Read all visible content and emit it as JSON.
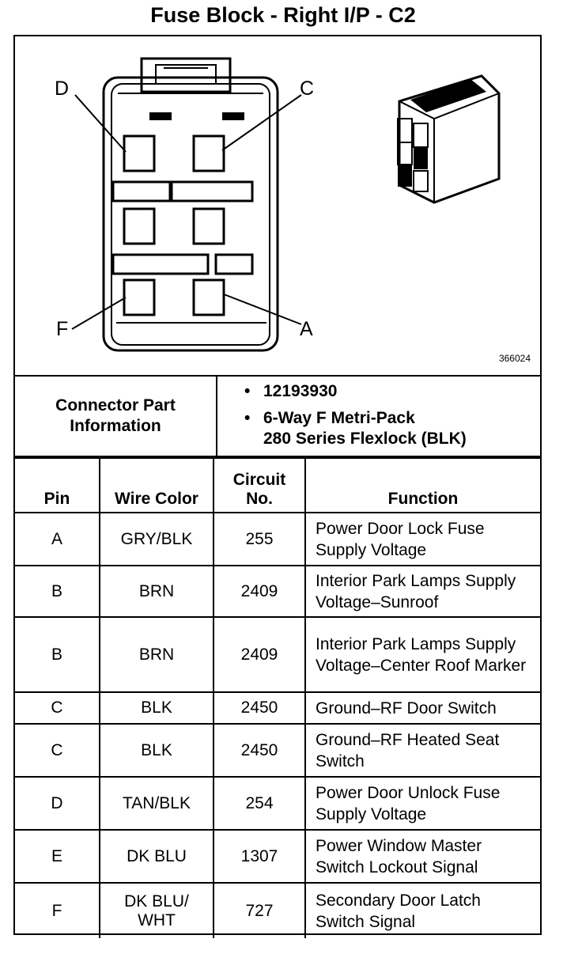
{
  "title": "Fuse Block - Right I/P - C2",
  "diagram": {
    "labels": {
      "d": "D",
      "c": "C",
      "f": "F",
      "a": "A"
    },
    "part_number": "366024"
  },
  "info": {
    "label": "Connector Part Information",
    "bullet": "•",
    "values": [
      "12193930",
      "6-Way F Metri-Pack\n280 Series Flexlock (BLK)"
    ]
  },
  "table": {
    "headers": {
      "pin": "Pin",
      "color": "Wire Color",
      "circuit": "Circuit No.",
      "function": "Function"
    },
    "rows": [
      {
        "pin": "A",
        "color": "GRY/BLK",
        "circuit": "255",
        "function": "Power Door Lock Fuse Supply Voltage"
      },
      {
        "pin": "B",
        "color": "BRN",
        "circuit": "2409",
        "function": "Interior Park Lamps Supply Voltage–Sunroof"
      },
      {
        "pin": "B",
        "color": "BRN",
        "circuit": "2409",
        "function": "Interior Park Lamps Supply Voltage–Center Roof Marker"
      },
      {
        "pin": "C",
        "color": "BLK",
        "circuit": "2450",
        "function": "Ground–RF Door Switch"
      },
      {
        "pin": "C",
        "color": "BLK",
        "circuit": "2450",
        "function": "Ground–RF Heated Seat Switch"
      },
      {
        "pin": "D",
        "color": "TAN/BLK",
        "circuit": "254",
        "function": "Power Door Unlock Fuse Supply Voltage"
      },
      {
        "pin": "E",
        "color": "DK BLU",
        "circuit": "1307",
        "function": "Power Window Master Switch Lockout Signal"
      },
      {
        "pin": "F",
        "color": "DK BLU/ WHT",
        "circuit": "727",
        "function": "Secondary Door Latch Switch Signal"
      }
    ]
  }
}
